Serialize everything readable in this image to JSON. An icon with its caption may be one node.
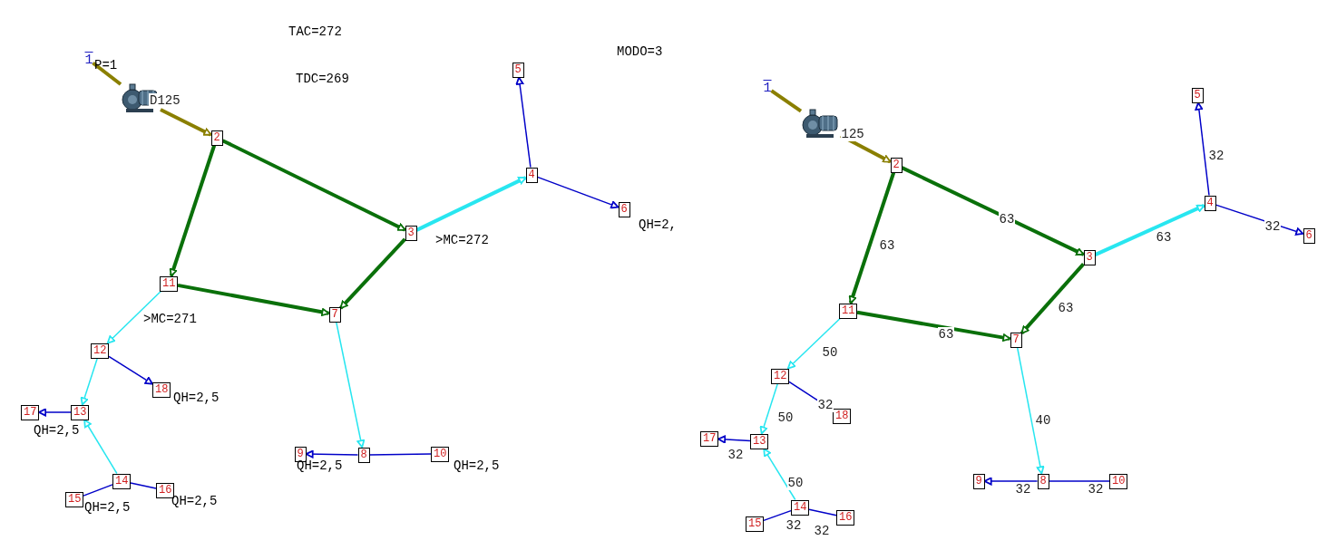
{
  "diagram": {
    "nodes": [
      {
        "text": [
          "1"
        ],
        "beside": [
          "P=1"
        ]
      },
      {
        "text": [],
        "shape": "picture"
      },
      {
        "text": [
          "2"
        ]
      },
      {
        "text": [
          "3"
        ]
      },
      {
        "text": [
          "4"
        ]
      },
      {
        "text": [
          "5"
        ]
      },
      {
        "text": [
          "6"
        ],
        "beside": [
          "QH=2,"
        ]
      },
      {
        "text": [
          "7"
        ]
      },
      {
        "text": [
          "8"
        ]
      },
      {
        "text": [
          "9"
        ],
        "beside": [
          "QH=2,5"
        ]
      },
      {
        "text": [
          "10"
        ],
        "beside": [
          "QH=2,5"
        ]
      },
      {
        "text": [
          "11"
        ]
      },
      {
        "text": [
          "12"
        ]
      },
      {
        "text": [
          "13"
        ]
      },
      {
        "text": [
          "14"
        ]
      },
      {
        "text": [
          "15"
        ],
        "beside": [
          "QH=2,5"
        ]
      },
      {
        "text": [
          "16"
        ],
        "beside": [
          "QH=2,5"
        ]
      },
      {
        "text": [
          "17"
        ],
        "beside": [
          "QH=2,5"
        ]
      },
      {
        "text": [
          "18"
        ],
        "beside": [
          "QH=2,5"
        ]
      },
      {
        "text": [
          "1"
        ]
      },
      {
        "text": [],
        "shape": "picture"
      },
      {
        "text": [
          "2"
        ]
      },
      {
        "text": [
          "3"
        ]
      },
      {
        "text": [
          "4"
        ]
      },
      {
        "text": [
          "5"
        ]
      },
      {
        "text": [
          "6"
        ]
      },
      {
        "text": [
          "7"
        ]
      },
      {
        "text": [
          "8"
        ]
      },
      {
        "text": [
          "9"
        ]
      },
      {
        "text": [
          "10"
        ]
      },
      {
        "text": [
          "11"
        ]
      },
      {
        "text": [
          "12"
        ]
      },
      {
        "text": [
          "13"
        ]
      },
      {
        "text": [
          "14"
        ]
      },
      {
        "text": [
          "15"
        ]
      },
      {
        "text": [
          "16"
        ]
      },
      {
        "text": [
          "17"
        ]
      },
      {
        "text": [
          "18"
        ]
      }
    ],
    "edges": [
      {
        "from": 0,
        "to": 1,
        "arrow": "none",
        "style": "thick",
        "color": "#8a7f00"
      },
      {
        "from": 1,
        "to": 2,
        "arrow": "to",
        "label": "D125",
        "style": "thick",
        "color": "#8a7f00"
      },
      {
        "from": 2,
        "to": 3,
        "arrow": "to",
        "style": "thick",
        "color": "#0a700a"
      },
      {
        "from": 2,
        "to": 11,
        "arrow": "to",
        "style": "thick",
        "color": "#0a700a"
      },
      {
        "from": 3,
        "to": 4,
        "arrow": "to",
        "style": "thick",
        "color": "#28e6f0"
      },
      {
        "from": 4,
        "to": 5,
        "arrow": "to"
      },
      {
        "from": 4,
        "to": 6,
        "arrow": "to"
      },
      {
        "from": 3,
        "to": 7,
        "arrow": "to",
        "style": "thick",
        "color": "#0a700a"
      },
      {
        "from": 11,
        "to": 7,
        "arrow": "to",
        "style": "thick",
        "color": "#0a700a"
      },
      {
        "from": 11,
        "to": 12,
        "arrow": "to",
        "color": "#28e6f0"
      },
      {
        "from": 7,
        "to": 8,
        "arrow": "to",
        "color": "#28e6f0"
      },
      {
        "from": 12,
        "to": 13,
        "arrow": "to",
        "color": "#28e6f0"
      },
      {
        "from": 12,
        "to": 18,
        "arrow": "to"
      },
      {
        "from": 13,
        "to": 17,
        "arrow": "to"
      },
      {
        "from": 14,
        "to": 13,
        "arrow": "to",
        "color": "#28e6f0"
      },
      {
        "from": 14,
        "to": 15,
        "arrow": "none"
      },
      {
        "from": 14,
        "to": 16,
        "arrow": "none"
      },
      {
        "from": 8,
        "to": 9,
        "arrow": "to"
      },
      {
        "from": 8,
        "to": 10,
        "arrow": "none"
      },
      {
        "from": 19,
        "to": 20,
        "arrow": "none",
        "style": "thick",
        "color": "#8a7f00"
      },
      {
        "from": 20,
        "to": 21,
        "arrow": "to",
        "label": "125",
        "style": "thick",
        "color": "#8a7f00"
      },
      {
        "from": 21,
        "to": 22,
        "arrow": "to",
        "label": "63",
        "style": "thick",
        "color": "#0a700a"
      },
      {
        "from": 21,
        "to": 30,
        "arrow": "to",
        "label": "63",
        "style": "thick",
        "color": "#0a700a"
      },
      {
        "from": 22,
        "to": 23,
        "arrow": "to",
        "label": "63",
        "style": "thick",
        "color": "#28e6f0"
      },
      {
        "from": 23,
        "to": 24,
        "arrow": "to",
        "label": "32"
      },
      {
        "from": 23,
        "to": 25,
        "arrow": "to",
        "label": "32"
      },
      {
        "from": 22,
        "to": 26,
        "arrow": "to",
        "label": "63",
        "style": "thick",
        "color": "#0a700a"
      },
      {
        "from": 30,
        "to": 26,
        "arrow": "to",
        "label": "63",
        "style": "thick",
        "color": "#0a700a"
      },
      {
        "from": 30,
        "to": 31,
        "arrow": "to",
        "label": "50",
        "color": "#28e6f0"
      },
      {
        "from": 26,
        "to": 27,
        "arrow": "to",
        "label": "40",
        "color": "#28e6f0"
      },
      {
        "from": 31,
        "to": 32,
        "arrow": "to",
        "label": "50",
        "color": "#28e6f0"
      },
      {
        "from": 31,
        "to": 37,
        "arrow": "to",
        "label": "32"
      },
      {
        "from": 32,
        "to": 36,
        "arrow": "to",
        "label": "32"
      },
      {
        "from": 33,
        "to": 32,
        "arrow": "to",
        "label": "50",
        "color": "#28e6f0"
      },
      {
        "from": 33,
        "to": 34,
        "arrow": "none",
        "label": "32"
      },
      {
        "from": 33,
        "to": 35,
        "arrow": "none",
        "label": "32"
      },
      {
        "from": 27,
        "to": 28,
        "arrow": "to",
        "label": "32"
      },
      {
        "from": 27,
        "to": 29,
        "arrow": "none",
        "label": "32"
      }
    ],
    "labels": [
      "TAC=272",
      "MODO=3",
      "TDC=269",
      ">MC=272",
      ">MC=271"
    ]
  }
}
